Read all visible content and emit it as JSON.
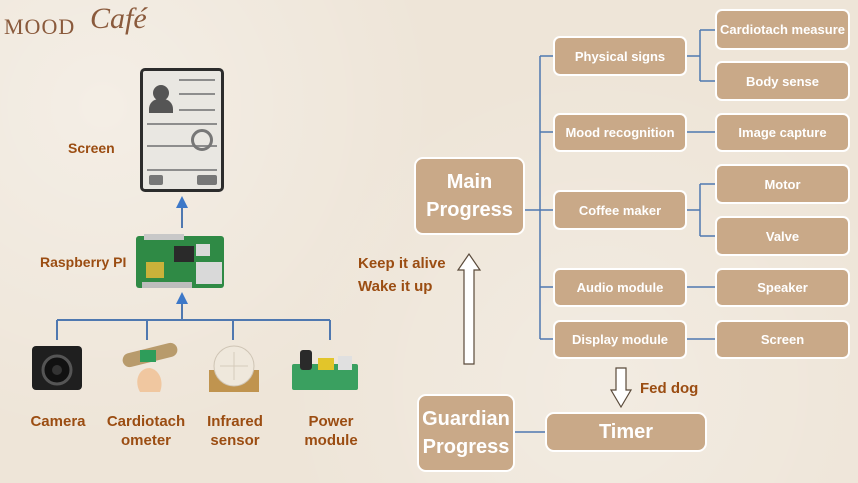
{
  "logo": {
    "word1": "MOOD",
    "word2": "Café"
  },
  "hardware": {
    "screen_label": "Screen",
    "pi_label": "Raspberry PI",
    "devices": [
      {
        "label": "Camera"
      },
      {
        "label": "Cardiotach ometer"
      },
      {
        "label": "Infrared sensor"
      },
      {
        "label": "Power module"
      }
    ]
  },
  "main_progress": "Main Progress",
  "guardian_progress": "Guardian Progress",
  "timer": "Timer",
  "keep_alive": "Keep it alive",
  "wake_up": "Wake it up",
  "fed_dog": "Fed dog",
  "modules": [
    {
      "label": "Physical signs",
      "children": [
        "Cardiotach measure",
        "Body sense"
      ]
    },
    {
      "label": "Mood recognition",
      "children": [
        "Image capture"
      ]
    },
    {
      "label": "Coffee maker",
      "children": [
        "Motor",
        "Valve"
      ]
    },
    {
      "label": "Audio module",
      "children": [
        "Speaker"
      ]
    },
    {
      "label": "Display module",
      "children": [
        "Screen"
      ]
    }
  ],
  "colors": {
    "box": "#c9a988",
    "text_brown": "#9b4d12",
    "line_blue": "#4f78b0",
    "arrow_blue": "#3d78c8"
  }
}
